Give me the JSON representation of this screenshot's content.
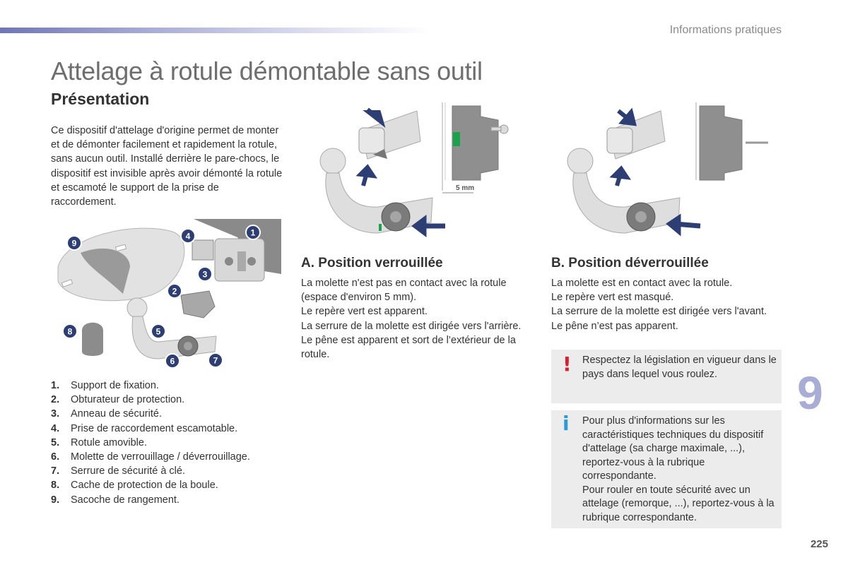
{
  "header": {
    "section": "Informations pratiques"
  },
  "title": "Attelage à rotule démontable sans outil",
  "subtitle": "Présentation",
  "intro": "Ce dispositif d'attelage d'origine permet de monter et de démonter facilement et rapidement la rotule, sans aucun outil. Installé derrière le pare-chocs, le dispositif est invisible après avoir démonté la rotule et escamoté le support de la prise de raccordement.",
  "components": [
    {
      "num": "1.",
      "label": "Support de fixation."
    },
    {
      "num": "2.",
      "label": "Obturateur de protection."
    },
    {
      "num": "3.",
      "label": "Anneau de sécurité."
    },
    {
      "num": "4.",
      "label": "Prise de raccordement escamotable."
    },
    {
      "num": "5.",
      "label": "Rotule amovible."
    },
    {
      "num": "6.",
      "label": "Molette de verrouillage / déverrouillage."
    },
    {
      "num": "7.",
      "label": "Serrure de sécurité à clé."
    },
    {
      "num": "8.",
      "label": "Cache de protection de la boule."
    },
    {
      "num": "9.",
      "label": "Sacoche de rangement."
    }
  ],
  "diagram_labels": [
    "1",
    "2",
    "3",
    "4",
    "5",
    "6",
    "7",
    "8",
    "9"
  ],
  "position_a": {
    "title": "A. Position verrouillée",
    "measure": "5 mm",
    "lines": [
      "La molette n'est pas en contact avec la rotule (espace d'environ 5 mm).",
      "Le repère vert est apparent.",
      "La serrure de la molette est dirigée vers l'arrière.",
      "Le pêne est apparent et sort de l’extérieur de la rotule."
    ]
  },
  "position_b": {
    "title": "B. Position déverrouillée",
    "lines": [
      "La molette est en contact avec la rotule.",
      "Le repère vert est masqué.",
      "La serrure de la molette est dirigée vers l'avant.",
      "Le pêne n’est pas apparent."
    ]
  },
  "notes": {
    "warning": {
      "icon": "!",
      "text": "Respectez la législation en vigueur dans le pays dans lequel vous roulez."
    },
    "info": {
      "icon": "i",
      "text1": "Pour plus d'informations sur les caractéristiques techniques du dispositif d'attelage (sa charge maximale, ...), reportez-vous à la rubrique correspondante.",
      "text2": "Pour rouler en toute sécurité avec un attelage (remorque, ...), reportez-vous à la rubrique correspondante."
    }
  },
  "chapter_number": "9",
  "page_number": "225",
  "colors": {
    "accent": "#6f76b5",
    "warning": "#d6202a",
    "info": "#2a9bd6",
    "note_bg": "#ececec",
    "marker_green": "#1aa34a",
    "arrow": "#2c3e73"
  }
}
